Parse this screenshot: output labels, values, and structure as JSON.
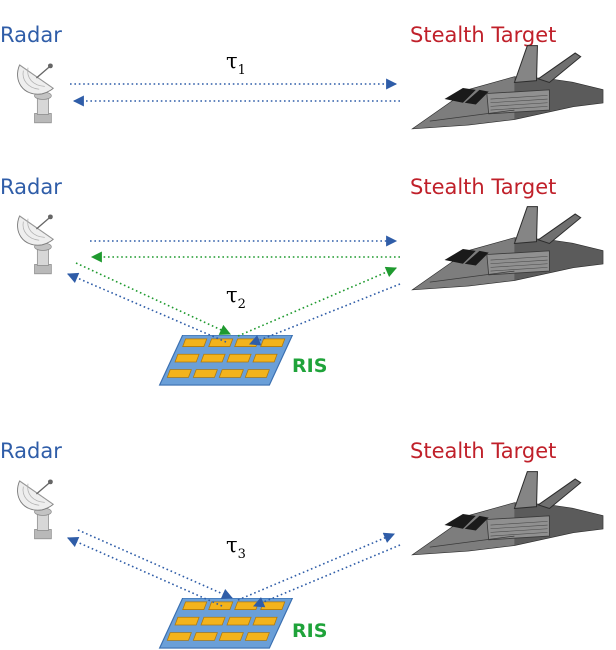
{
  "colors": {
    "radar_text": "#2f5da8",
    "target_text": "#c0202a",
    "ris_text": "#1fa33a",
    "blue_ray": "#2f5da8",
    "green_ray": "#1f9a2f",
    "ris_panel": "#6a9fd8",
    "ris_element": "#f3b31c"
  },
  "icons": [
    "radar-dish-icon",
    "stealth-aircraft-icon",
    "ris-panel-icon"
  ],
  "scenarios": [
    {
      "radar_label": "Radar",
      "target_label": "Stealth Target",
      "delay_symbol": "τ",
      "delay_subscript": "1"
    },
    {
      "radar_label": "Radar",
      "target_label": "Stealth Target",
      "ris_label": "RIS",
      "delay_symbol": "τ",
      "delay_subscript": "2"
    },
    {
      "radar_label": "Radar",
      "target_label": "Stealth Target",
      "ris_label": "RIS",
      "delay_symbol": "τ",
      "delay_subscript": "3"
    }
  ]
}
